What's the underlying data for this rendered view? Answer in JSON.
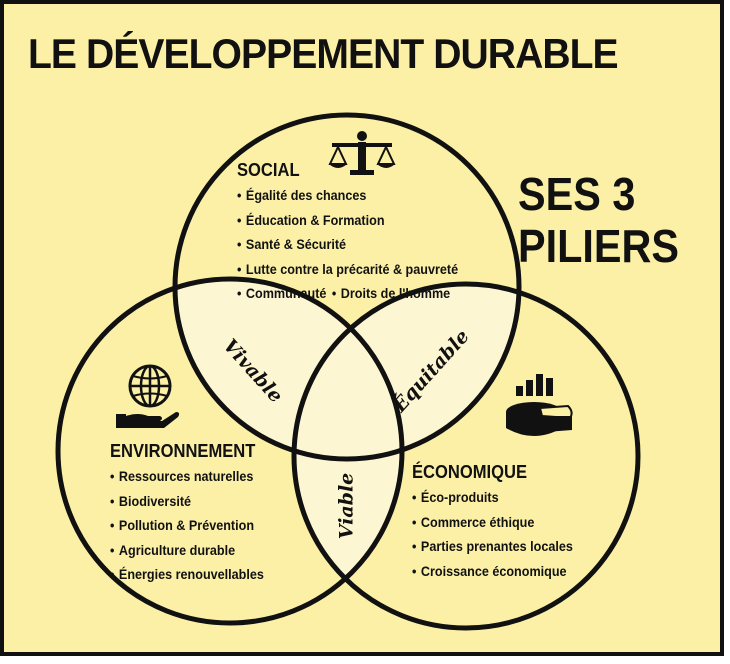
{
  "title": "LE DÉVELOPPEMENT DURABLE",
  "subtitle_line1": "SES 3",
  "subtitle_line2": "PILIERS",
  "social": {
    "heading": "SOCIAL",
    "items": [
      "Égalité des chances",
      "Éducation & Formation",
      "Santé & Sécurité",
      "Lutte contre la précarité & pauvreté",
      "Communauté",
      "Droits de l'homme"
    ],
    "icon": "balance-scale-icon"
  },
  "environnement": {
    "heading": "ENVIRONNEMENT",
    "items": [
      "Ressources naturelles",
      "Biodiversité",
      "Pollution & Prévention",
      "Agriculture durable",
      "Énergies renouvellables"
    ],
    "icon": "globe-in-hand-icon"
  },
  "economique": {
    "heading": "ÉCONOMIQUE",
    "items": [
      "Éco-produits",
      "Commerce éthique",
      "Parties prenantes locales",
      "Croissance économique"
    ],
    "icon": "charts-icon"
  },
  "zones": {
    "vivable": "Vivable",
    "equitable": "Équitable",
    "viable": "Viable"
  },
  "bullet": "•",
  "colors": {
    "background": "#fbf0a6",
    "overlap": "#fdf6d2",
    "ink": "#111111"
  }
}
